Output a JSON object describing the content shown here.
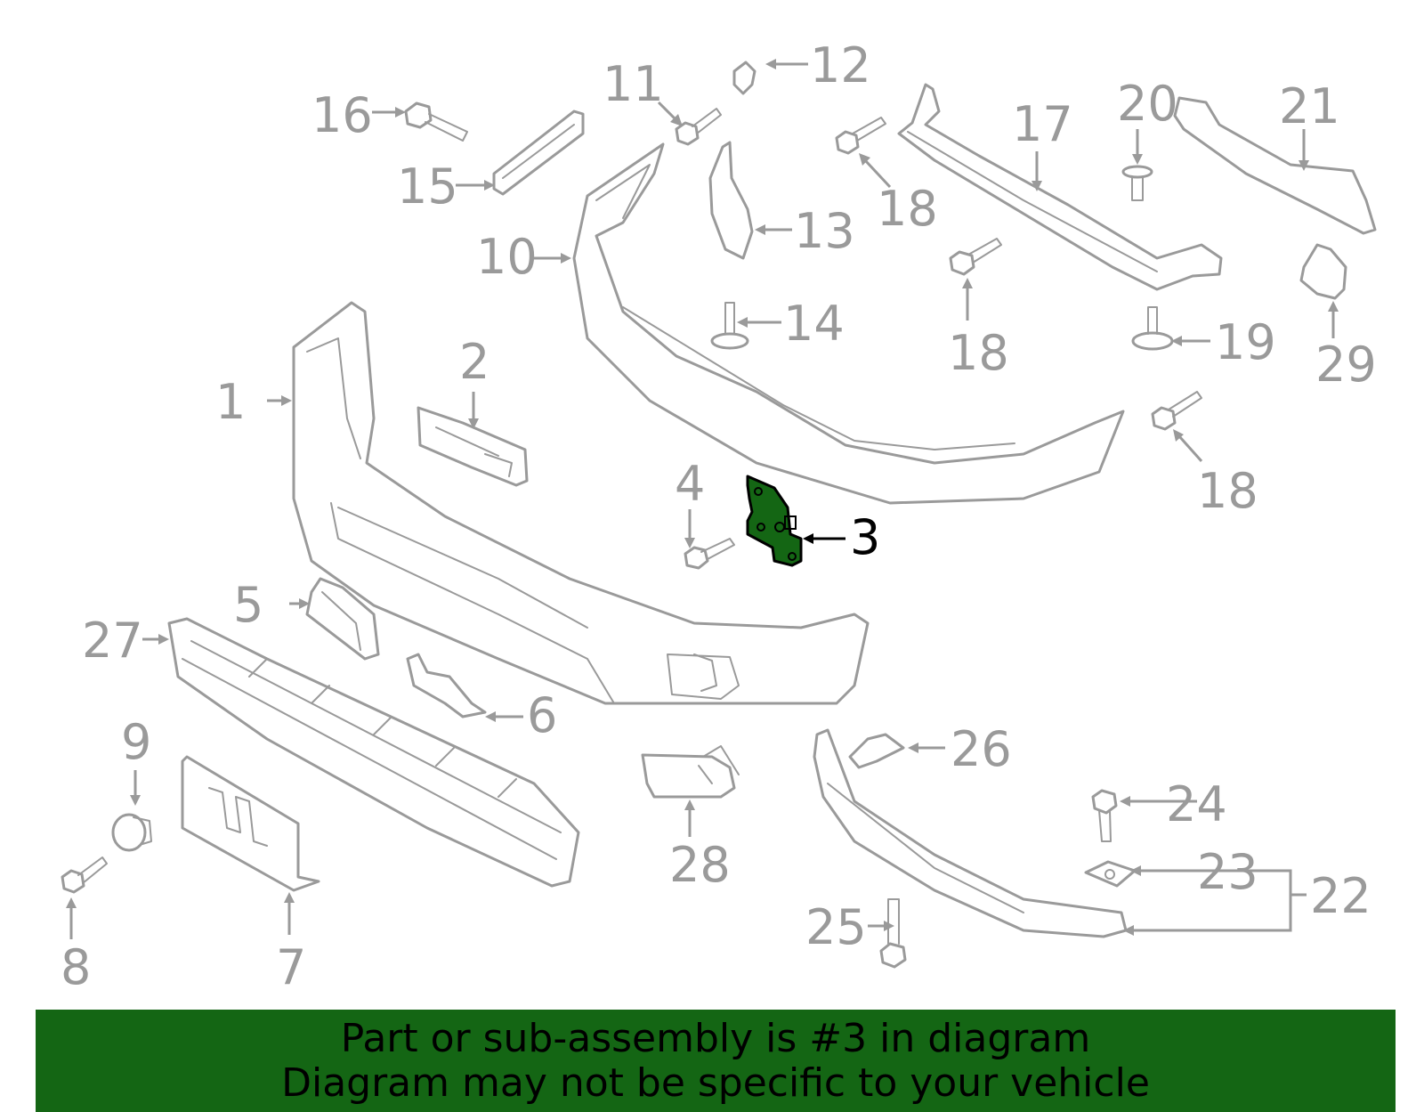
{
  "callouts": {
    "c1": "1",
    "c2": "2",
    "c3": "3",
    "c4": "4",
    "c5": "5",
    "c6": "6",
    "c7": "7",
    "c8": "8",
    "c9": "9",
    "c10": "10",
    "c11": "11",
    "c12": "12",
    "c13": "13",
    "c14": "14",
    "c15": "15",
    "c16": "16",
    "c17": "17",
    "c18a": "18",
    "c18b": "18",
    "c18c": "18",
    "c19": "19",
    "c20": "20",
    "c21": "21",
    "c22": "22",
    "c23": "23",
    "c24": "24",
    "c25": "25",
    "c26": "26",
    "c27": "27",
    "c28": "28",
    "c29": "29"
  },
  "highlight": {
    "part": "3",
    "color": "#146614"
  },
  "banner": {
    "line1": "Part or sub-assembly is #3 in diagram",
    "line2": "Diagram may not be specific to your vehicle",
    "background": "#146614"
  },
  "colors": {
    "outline": "#9a9a9a",
    "highlight_label": "#000000"
  }
}
